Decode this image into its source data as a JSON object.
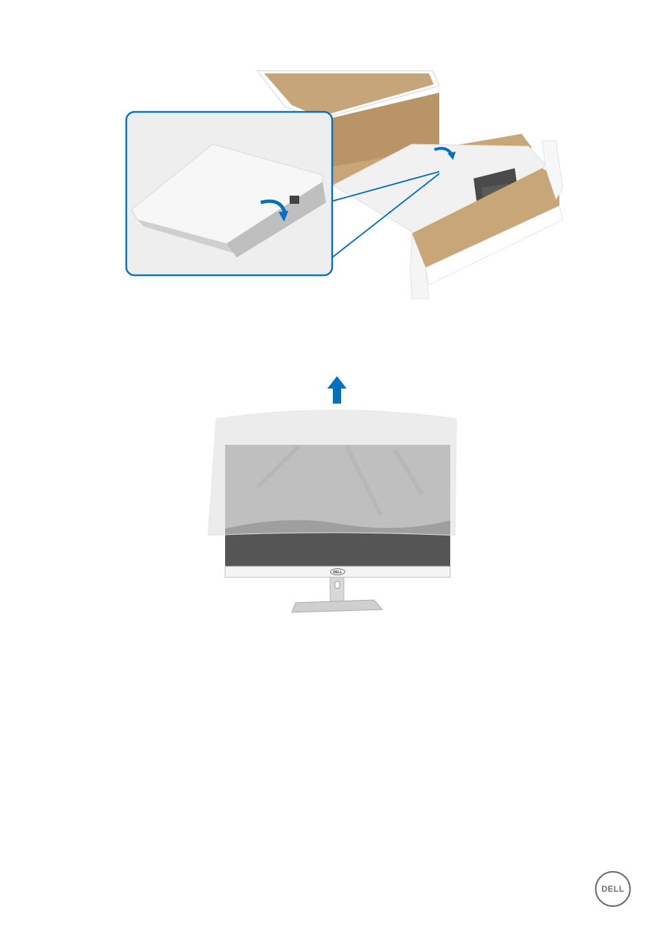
{
  "page": {
    "background": "#ffffff",
    "accent_color": "#0070c0",
    "figures": [
      {
        "id": "unpacking-box-step",
        "callout": "magnified-cover-detail",
        "icons": [
          "rotate-arrow-icon",
          "rotate-arrow-icon"
        ]
      },
      {
        "id": "lift-monitor-step",
        "icons": [
          "arrow-up-icon"
        ]
      }
    ]
  },
  "monitor": {
    "bezel_logo": "DELL"
  },
  "footer": {
    "brand_logo": "DELL"
  }
}
